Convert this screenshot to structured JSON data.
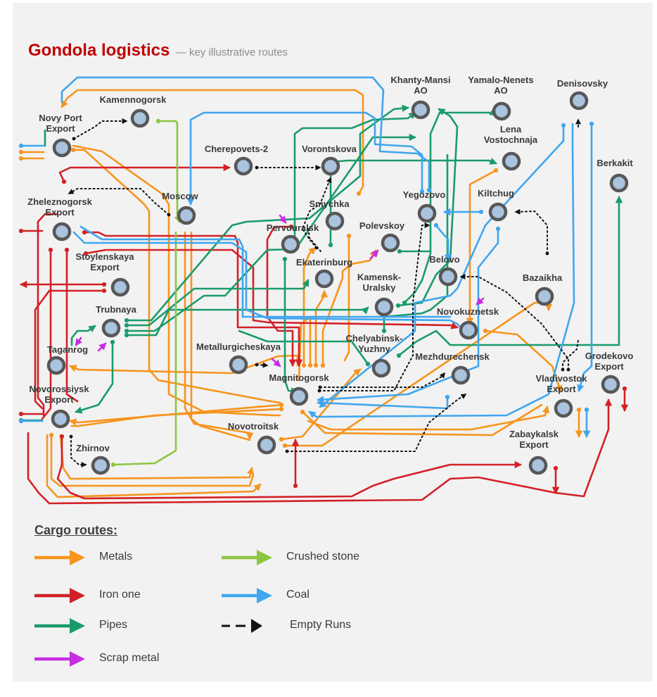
{
  "title": {
    "main": "Gondola logistics",
    "subtitle": "— key illustrative routes"
  },
  "colors": {
    "metals": "#f7941d",
    "iron": "#d32027",
    "pipes": "#1a9b6a",
    "scrap": "#c72ee0",
    "crushed": "#8cc63f",
    "coal": "#3fa6ef",
    "empty": "#111111",
    "station_fill": "#aac3df",
    "station_ring": "#575757"
  },
  "stations": [
    {
      "id": "novy_port",
      "label": [
        "Novy Port",
        "Export"
      ]
    },
    {
      "id": "kamennogorsk",
      "label": [
        "Kamennogorsk"
      ]
    },
    {
      "id": "cherepovets",
      "label": [
        "Cherepovets-2"
      ]
    },
    {
      "id": "vorontskova",
      "label": [
        "Vorontskova"
      ]
    },
    {
      "id": "moscow",
      "label": [
        "Moscow"
      ]
    },
    {
      "id": "zheleznogorsk",
      "label": [
        "Zheleznogorsk",
        "Export"
      ]
    },
    {
      "id": "smychka",
      "label": [
        "Smychka"
      ]
    },
    {
      "id": "pervouralsk",
      "label": [
        "Pervouralsk"
      ]
    },
    {
      "id": "stoylenskaya",
      "label": [
        "Stoylenskaya",
        "Export"
      ]
    },
    {
      "id": "ekaterinburg",
      "label": [
        "Ekaterinburg"
      ]
    },
    {
      "id": "trubnaya",
      "label": [
        "Trubnaya"
      ]
    },
    {
      "id": "taganrog",
      "label": [
        "Taganrog"
      ]
    },
    {
      "id": "metallurgicheskaya",
      "label": [
        "Metallurgicheskaya"
      ]
    },
    {
      "id": "magnitogorsk",
      "label": [
        "Magnitogorsk"
      ]
    },
    {
      "id": "novorossiysk",
      "label": [
        "Novorossiysk",
        "Export"
      ]
    },
    {
      "id": "zhirnov",
      "label": [
        "Zhirnov"
      ]
    },
    {
      "id": "novotroitsk",
      "label": [
        "Novotroitsk"
      ]
    },
    {
      "id": "khanty",
      "label": [
        "Khanty-Mansi",
        "AO"
      ]
    },
    {
      "id": "yamalo",
      "label": [
        "Yamalo-Nenets",
        "AO"
      ]
    },
    {
      "id": "denisovsky",
      "label": [
        "Denisovsky"
      ]
    },
    {
      "id": "lena",
      "label": [
        "Lena",
        "Vostochnaja"
      ]
    },
    {
      "id": "berkakit",
      "label": [
        "Berkakit"
      ]
    },
    {
      "id": "yegozovo",
      "label": [
        "Yegozovo"
      ]
    },
    {
      "id": "kiltchug",
      "label": [
        "Kiltchug"
      ]
    },
    {
      "id": "polevskoy",
      "label": [
        "Polevskoy"
      ]
    },
    {
      "id": "belovo",
      "label": [
        "Belovo"
      ]
    },
    {
      "id": "kamensk",
      "label": [
        "Kamensk-",
        "Uralsky"
      ]
    },
    {
      "id": "bazaikha",
      "label": [
        "Bazaikha"
      ]
    },
    {
      "id": "novokuznetsk",
      "label": [
        "Novokuznetsk"
      ]
    },
    {
      "id": "chelyabinsk",
      "label": [
        "Chelyabinsk-",
        "Yuzhny"
      ]
    },
    {
      "id": "mezhdurechensk",
      "label": [
        "Mezhdurechensk"
      ]
    },
    {
      "id": "grodekovo",
      "label": [
        "Grodekovo",
        "Export"
      ]
    },
    {
      "id": "vladivostok",
      "label": [
        "Vladivostok",
        "Export"
      ]
    },
    {
      "id": "zabaykalsk",
      "label": [
        "Zabaykalsk",
        "Export"
      ]
    }
  ],
  "legend": {
    "title": "Cargo routes:",
    "items": [
      {
        "label": "Metals",
        "color_key": "metals",
        "style": "solid"
      },
      {
        "label": "Iron one",
        "color_key": "iron",
        "style": "solid"
      },
      {
        "label": "Pipes",
        "color_key": "pipes",
        "style": "solid"
      },
      {
        "label": "Scrap metal",
        "color_key": "scrap",
        "style": "solid"
      },
      {
        "label": "Crushed stone",
        "color_key": "crushed",
        "style": "solid"
      },
      {
        "label": "Coal",
        "color_key": "coal",
        "style": "solid"
      },
      {
        "label": "Empty Runs",
        "color_key": "empty",
        "style": "dashed"
      }
    ]
  }
}
